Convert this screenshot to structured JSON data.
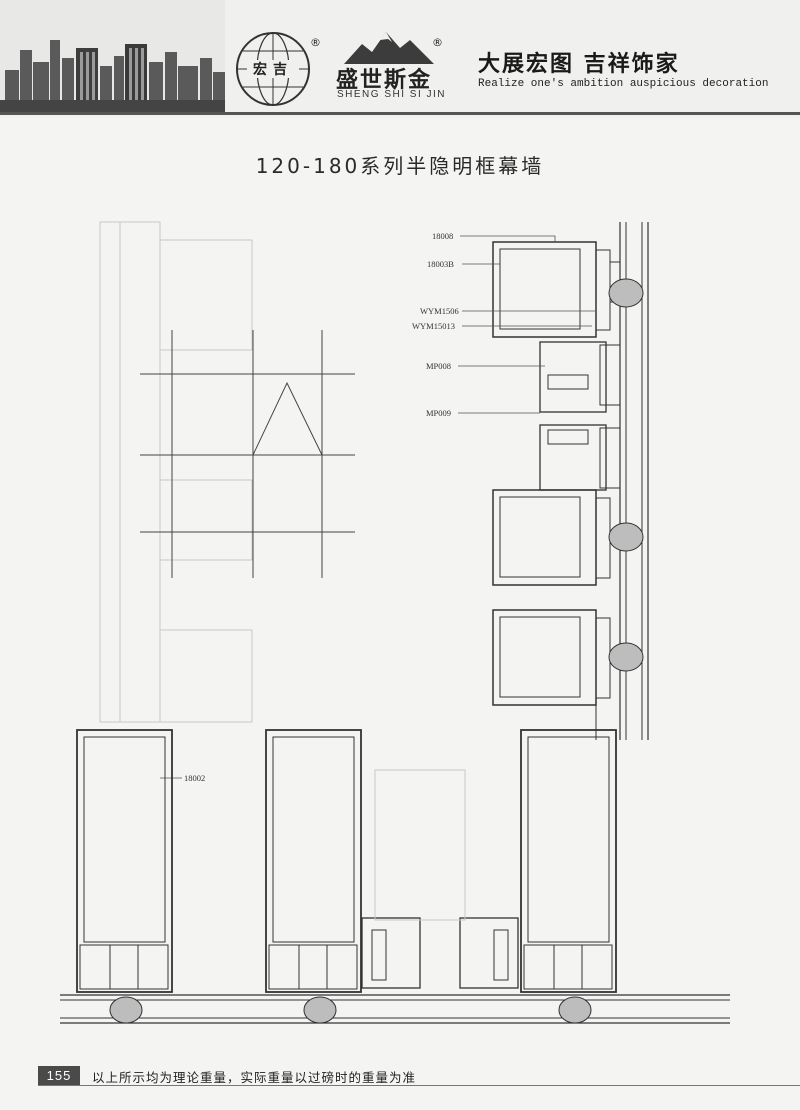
{
  "header": {
    "logo_text": "宏吉",
    "registered_mark": "®",
    "brand_cn": "盛世斯金",
    "brand_en": "SHENG SHI SI JIN",
    "slogan_cn": "大展宏图  吉祥饰家",
    "slogan_en": "Realize one's ambition auspicious decoration"
  },
  "title": "120-180系列半隐明框幕墙",
  "labels": {
    "l18008": "18008",
    "l18003b": "18003B",
    "lwym1506": "WYM1506",
    "lwym15013": "WYM15013",
    "lmp008": "MP008",
    "lmp009": "MP009",
    "l18002": "18002"
  },
  "footer": {
    "page_number": "155",
    "note": "以上所示均为理论重量，实际重量以过磅时的重量为准"
  },
  "colors": {
    "line": "#333333",
    "header_band": "#555555",
    "page_number_bg": "#4a4a4a"
  }
}
